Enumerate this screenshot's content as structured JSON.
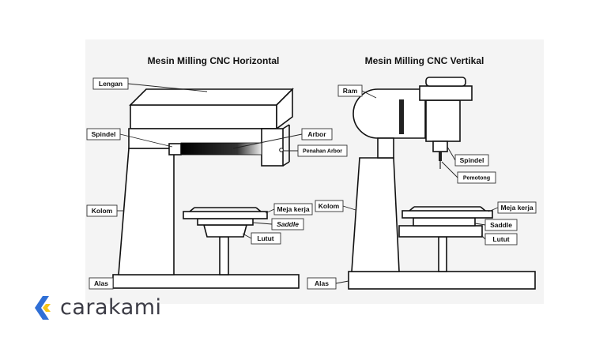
{
  "diagram": {
    "horizontal": {
      "title": "Mesin Milling CNC Horizontal",
      "labels": {
        "lengan": "Lengan",
        "spindel": "Spindel",
        "arbor": "Arbor",
        "penahan_arbor": "Penahan Arbor",
        "kolom": "Kolom",
        "meja_kerja": "Meja kerja",
        "saddle": "Saddle",
        "lutut": "Lutut",
        "alas": "Alas"
      }
    },
    "vertical": {
      "title": "Mesin Milling CNC Vertikal",
      "labels": {
        "ram": "Ram",
        "spindel": "Spindel",
        "pemotong": "Pemotong",
        "kolom": "Kolom",
        "meja_kerja": "Meja kerja",
        "saddle": "Saddle",
        "lutut": "Lutut",
        "alas": "Alas"
      }
    }
  },
  "brand": {
    "name": "carakami",
    "color": "#3c3c46",
    "logo_blue": "#2f6fd6",
    "logo_yellow": "#f5c518"
  }
}
